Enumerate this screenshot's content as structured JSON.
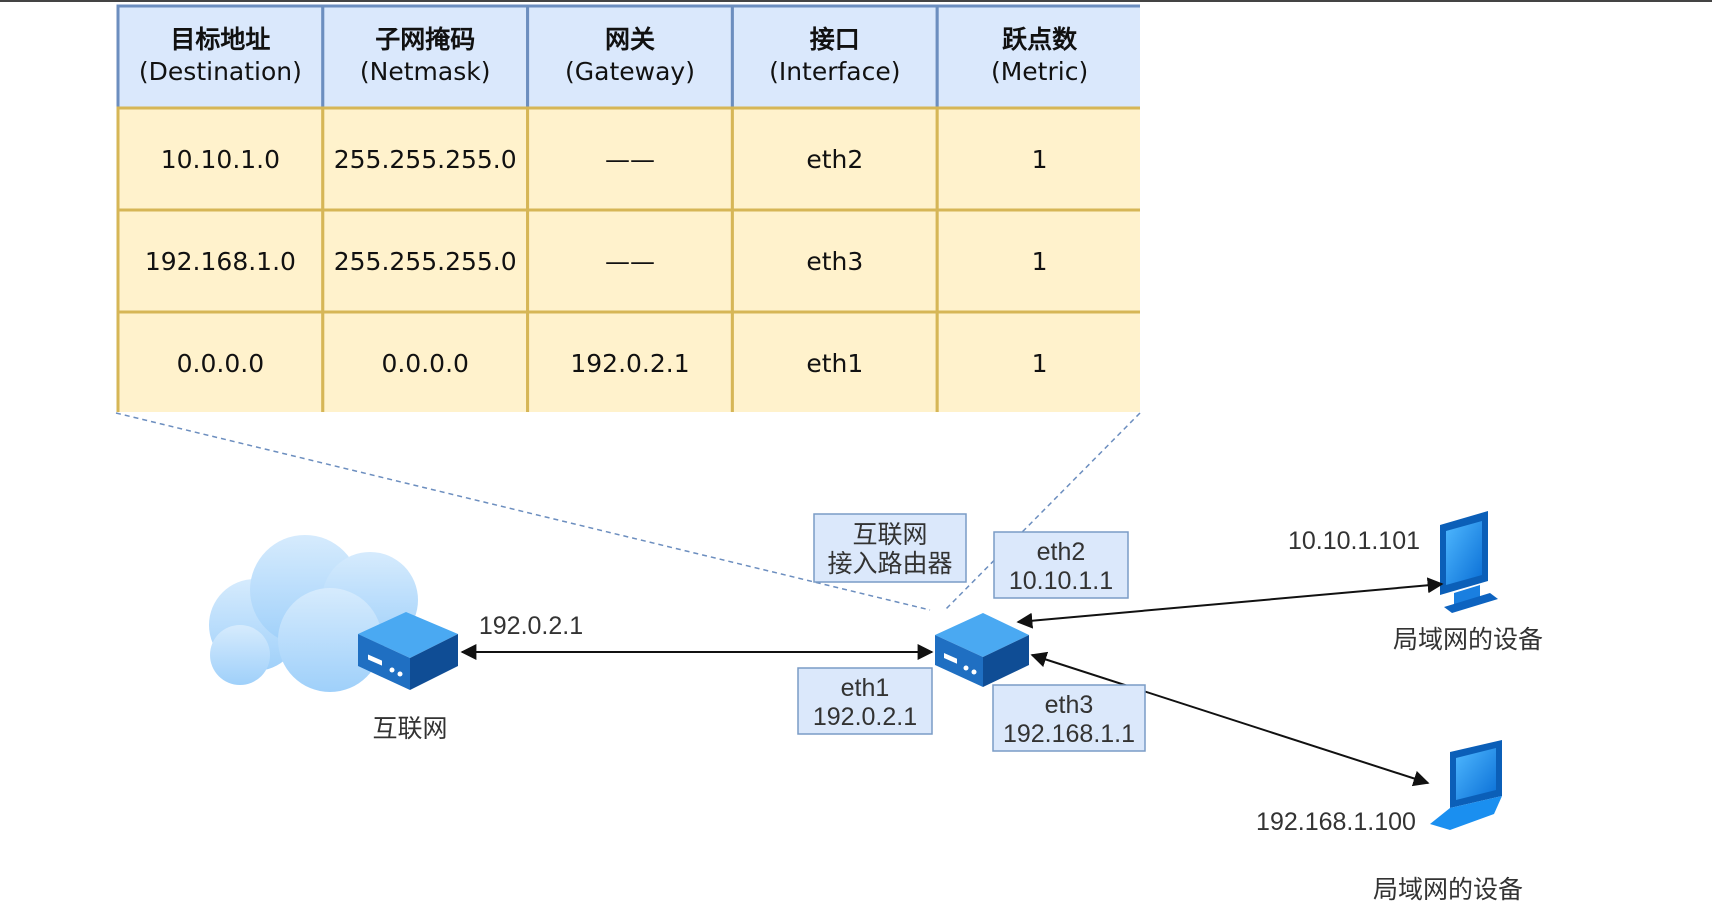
{
  "table": {
    "headers": [
      {
        "zh": "目标地址",
        "en": "(Destination)"
      },
      {
        "zh": "子网掩码",
        "en": "(Netmask)"
      },
      {
        "zh": "网关",
        "en": "(Gateway)"
      },
      {
        "zh": "接口",
        "en": "(Interface)"
      },
      {
        "zh": "跃点数",
        "en": "(Metric)"
      }
    ],
    "rows": [
      [
        "10.10.1.0",
        "255.255.255.0",
        "——",
        "eth2",
        "1"
      ],
      [
        "192.168.1.0",
        "255.255.255.0",
        "——",
        "eth3",
        "1"
      ],
      [
        "0.0.0.0",
        "0.0.0.0",
        "192.0.2.1",
        "eth1",
        "1"
      ]
    ]
  },
  "labels": {
    "router_title_1": "互联网",
    "router_title_2": "接入路由器",
    "eth2_name": "eth2",
    "eth2_ip": "10.10.1.1",
    "eth1_name": "eth1",
    "eth1_ip": "192.0.2.1",
    "eth3_name": "eth3",
    "eth3_ip": "192.168.1.1",
    "internet_ip": "192.0.2.1",
    "internet_label": "互联网",
    "pc1_ip": "10.10.1.101",
    "pc1_label": "局域网的设备",
    "pc2_ip": "192.168.1.100",
    "pc2_label": "局域网的设备"
  },
  "colors": {
    "header_fill": "#dae8fc",
    "header_border": "#6c8ebf",
    "body_fill": "#fff2cc",
    "body_border": "#d6b656",
    "device_blue": "#1a8ff0"
  }
}
